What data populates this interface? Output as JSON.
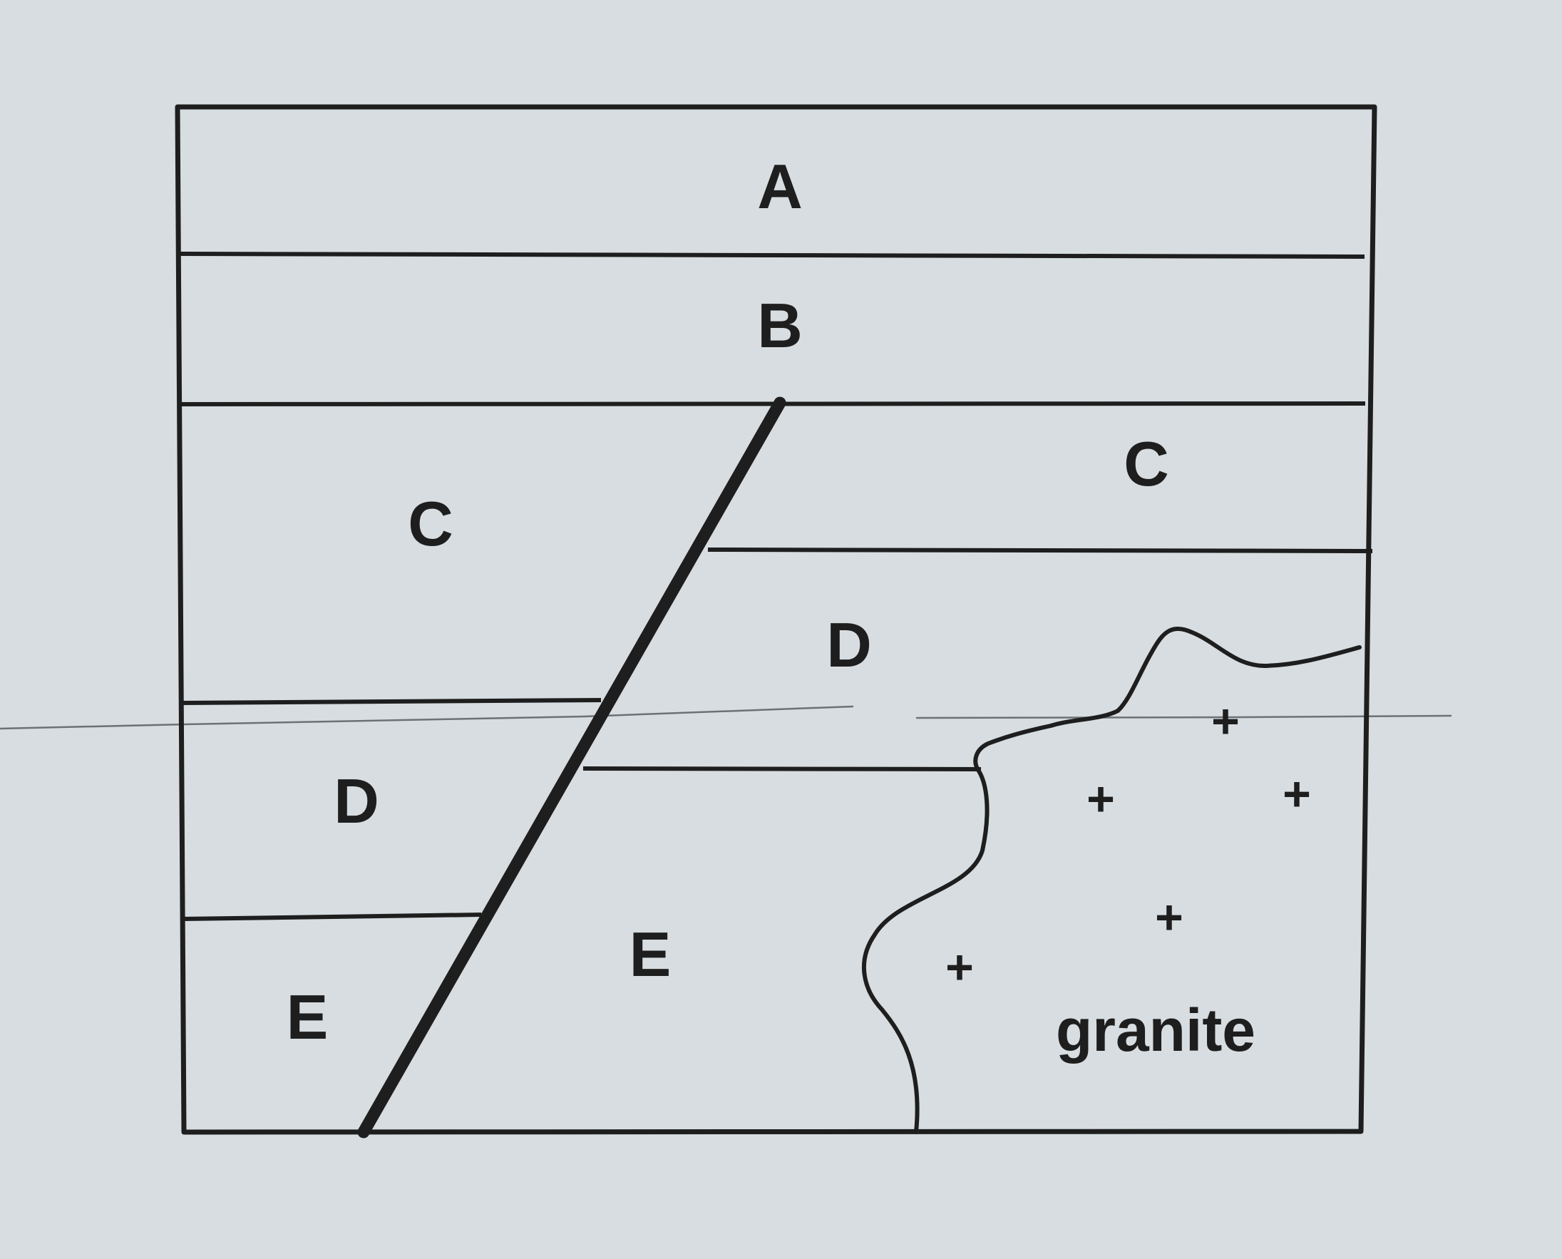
{
  "diagram": {
    "units": {
      "a": "A",
      "b": "B",
      "c_left": "C",
      "c_right": "C",
      "d_left": "D",
      "d_right": "D",
      "e_left": "E",
      "e_right": "E"
    },
    "intrusion": {
      "label": "granite",
      "symbol": "+"
    },
    "colors": {
      "paper": "#d7dde0",
      "ink": "#1e1e1e",
      "pencil_line": "#6b7175"
    }
  }
}
